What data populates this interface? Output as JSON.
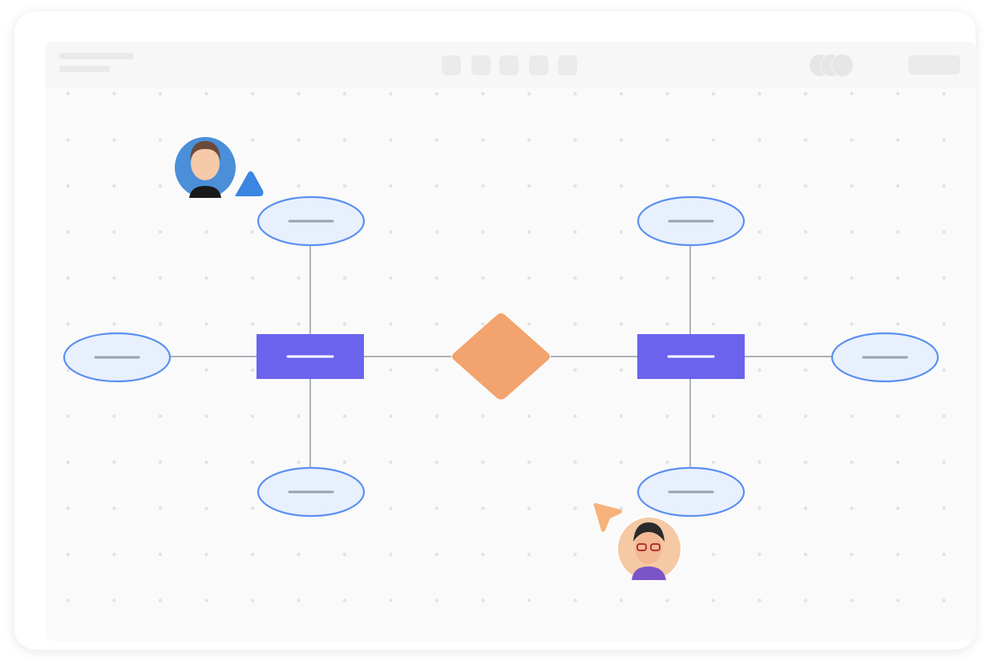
{
  "app": {
    "type": "collaborative-whiteboard",
    "content": "entity-relationship-diagram"
  },
  "colors": {
    "entity": "#6b63ee",
    "relationship": "#f2a36e",
    "attribute_fill": "#e8f0fe",
    "attribute_stroke": "#5b8ff0",
    "connector": "#7d8590",
    "placeholder_line": "#9aa1ab",
    "cursor_user_1": "#3a86e0",
    "cursor_user_2": "#f7b27a"
  },
  "icons": {
    "cursor": "cursor-arrow-icon",
    "avatar": "user-avatar-icon"
  },
  "collaborators": [
    {
      "id": "user-1",
      "cursor_color": "#3a86e0"
    },
    {
      "id": "user-2",
      "cursor_color": "#f7b27a"
    }
  ]
}
